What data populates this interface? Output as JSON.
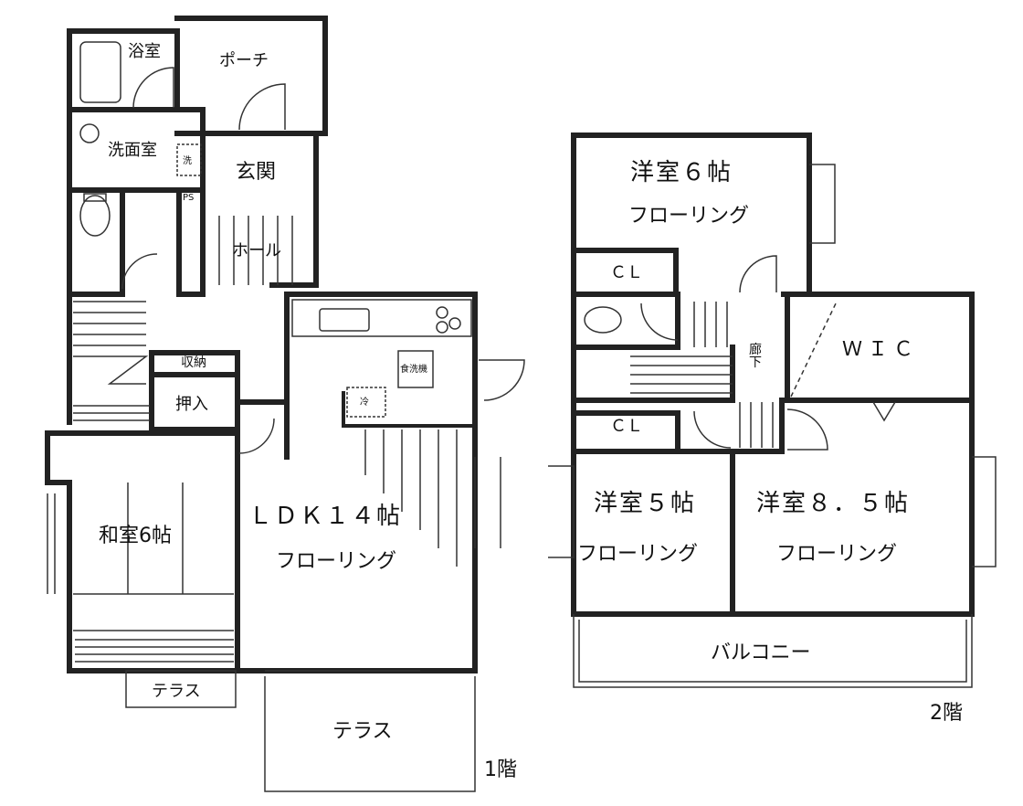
{
  "floor1": {
    "bath": "浴室",
    "porch": "ポーチ",
    "washroom": "洗面室",
    "washer_mark": "洗",
    "entrance": "玄関",
    "ps": "PS",
    "hall": "ホール",
    "storage": "収納",
    "closet": "押入",
    "ldk": "ＬＤＫ１４帖",
    "ldk_floor": "フローリング",
    "fridge_mark": "冷",
    "stove_mark": "食洗機",
    "washitsu": "和室6帖",
    "terrace_small": "テラス",
    "terrace_large": "テラス",
    "floor_label": "1階"
  },
  "floor2": {
    "room6": "洋室６帖",
    "room6_floor": "フローリング",
    "cl1": "ＣＬ",
    "hallway": "廊下",
    "wic": "ＷＩＣ",
    "cl2": "ＣＬ",
    "room5": "洋室５帖",
    "room5_floor": "フローリング",
    "room85": "洋室８．５帖",
    "room85_floor": "フローリング",
    "balcony": "バルコニー",
    "floor_label": "2階"
  }
}
